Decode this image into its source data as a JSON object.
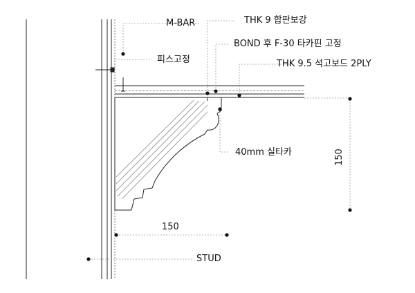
{
  "labels": {
    "m_bar": "M-BAR",
    "reinforce": "THK 9 합판보강",
    "screw": "피스고정",
    "bond": "BOND 후 F-30 타카핀 고정",
    "gypsum": "THK 9.5 석고보드 2PLY",
    "molding": "40mm 실타카",
    "dim_horizontal": "150",
    "dim_vertical": "150",
    "stud": "STUD"
  },
  "colors": {
    "line": "#222222",
    "hatch": "#8a8a8a",
    "leader": "#9a9a9a"
  }
}
